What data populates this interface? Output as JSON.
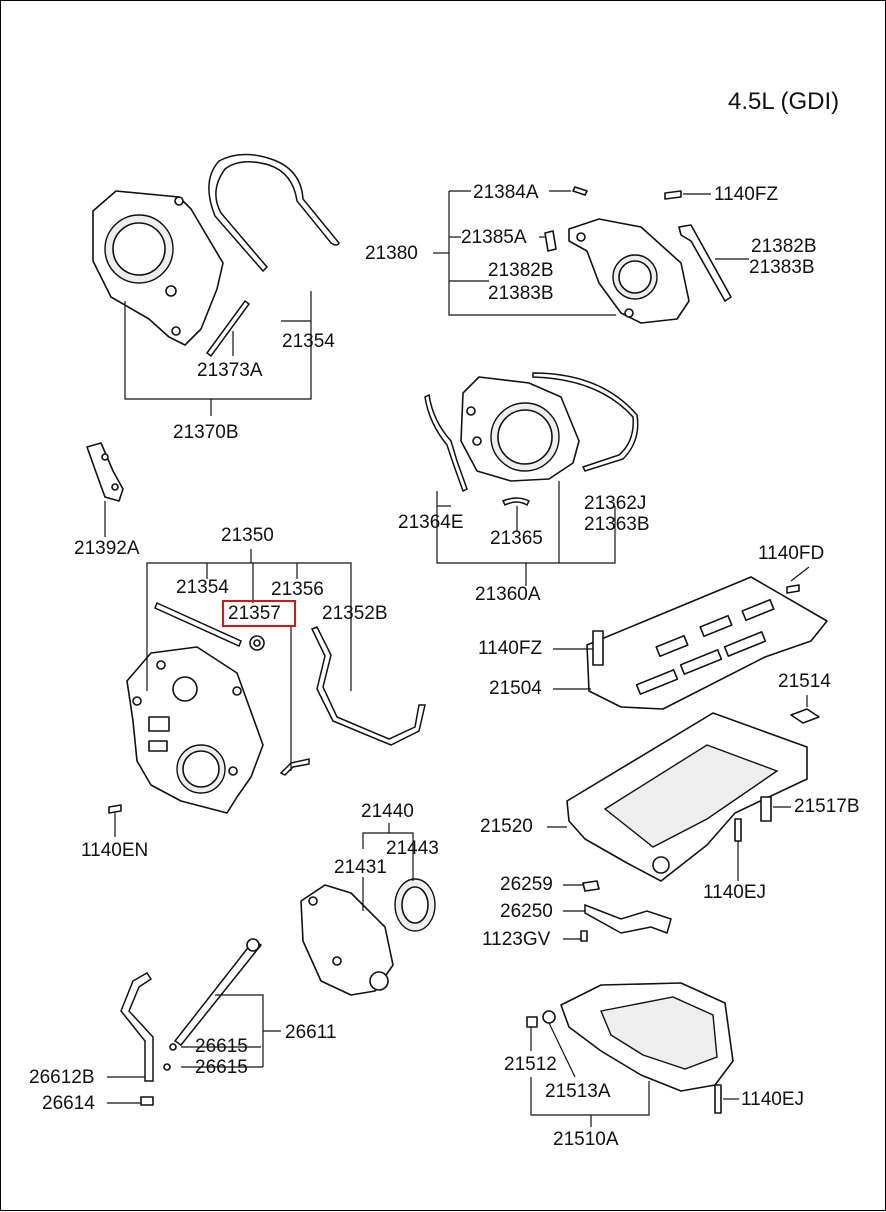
{
  "engine_label": "4.5L (GDI)",
  "highlight_color": "#d01818",
  "labels": {
    "p21384A": "21384A",
    "p1140FZ_top": "1140FZ",
    "p21380": "21380",
    "p21385A": "21385A",
    "p21382B_right": "21382B",
    "p21383B_right": "21383B",
    "p21382B_left": "21382B",
    "p21383B_left": "21383B",
    "p21354_top": "21354",
    "p21373A": "21373A",
    "p21370B": "21370B",
    "p21392A": "21392A",
    "p21364E": "21364E",
    "p21362J": "21362J",
    "p21363B": "21363B",
    "p21365": "21365",
    "p21360A": "21360A",
    "p21350": "21350",
    "p21354_mid": "21354",
    "p21356": "21356",
    "p21357": "21357",
    "p21352B": "21352B",
    "p1140FD": "1140FD",
    "p1140FZ_mid": "1140FZ",
    "p21504": "21504",
    "p21514": "21514",
    "p21517B": "21517B",
    "p21520": "21520",
    "p1140EJ_mid": "1140EJ",
    "p1140EN": "1140EN",
    "p21440": "21440",
    "p21431": "21431",
    "p21443": "21443",
    "p26259": "26259",
    "p26250": "26250",
    "p1123GV": "1123GV",
    "p26611": "26611",
    "p26615_a": "26615",
    "p26615_b": "26615",
    "p26612B": "26612B",
    "p26614": "26614",
    "p21512": "21512",
    "p21513A": "21513A",
    "p1140EJ_bot": "1140EJ",
    "p21510A": "21510A"
  }
}
